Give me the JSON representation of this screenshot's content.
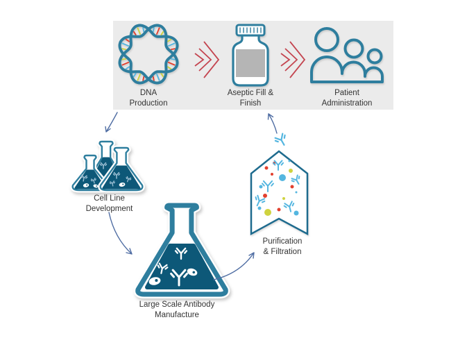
{
  "colors": {
    "teal": "#2e7e9e",
    "teal_dark_outline": "#1e6b8e",
    "dark_teal": "#0d5878",
    "chevron_red": "#c44550",
    "dot_red": "#e2402e",
    "light_blue": "#54b6e0",
    "yellow": "#cfd33f",
    "arrow_blue": "#4f6da3",
    "panel_gray": "#ebebeb",
    "vial_gray": "#b5b5b5",
    "antibody_pale": "#9dc0d4",
    "text": "#333333"
  },
  "top_panel": {
    "steps": [
      {
        "label": "DNA\nProduction",
        "icon": "plasmid-icon"
      },
      {
        "label": "Aseptic Fill &\nFinish",
        "icon": "vial-icon"
      },
      {
        "label": "Patient\nAdministration",
        "icon": "patients-icon"
      }
    ]
  },
  "cycle": {
    "steps": [
      {
        "label": "Cell Line\nDevelopment",
        "icon": "cell-line-flasks-icon"
      },
      {
        "label": "Large Scale Antibody\nManufacture",
        "icon": "large-flask-icon"
      },
      {
        "label": "Purification\n& Filtration",
        "icon": "purification-chevron-icon"
      }
    ]
  }
}
